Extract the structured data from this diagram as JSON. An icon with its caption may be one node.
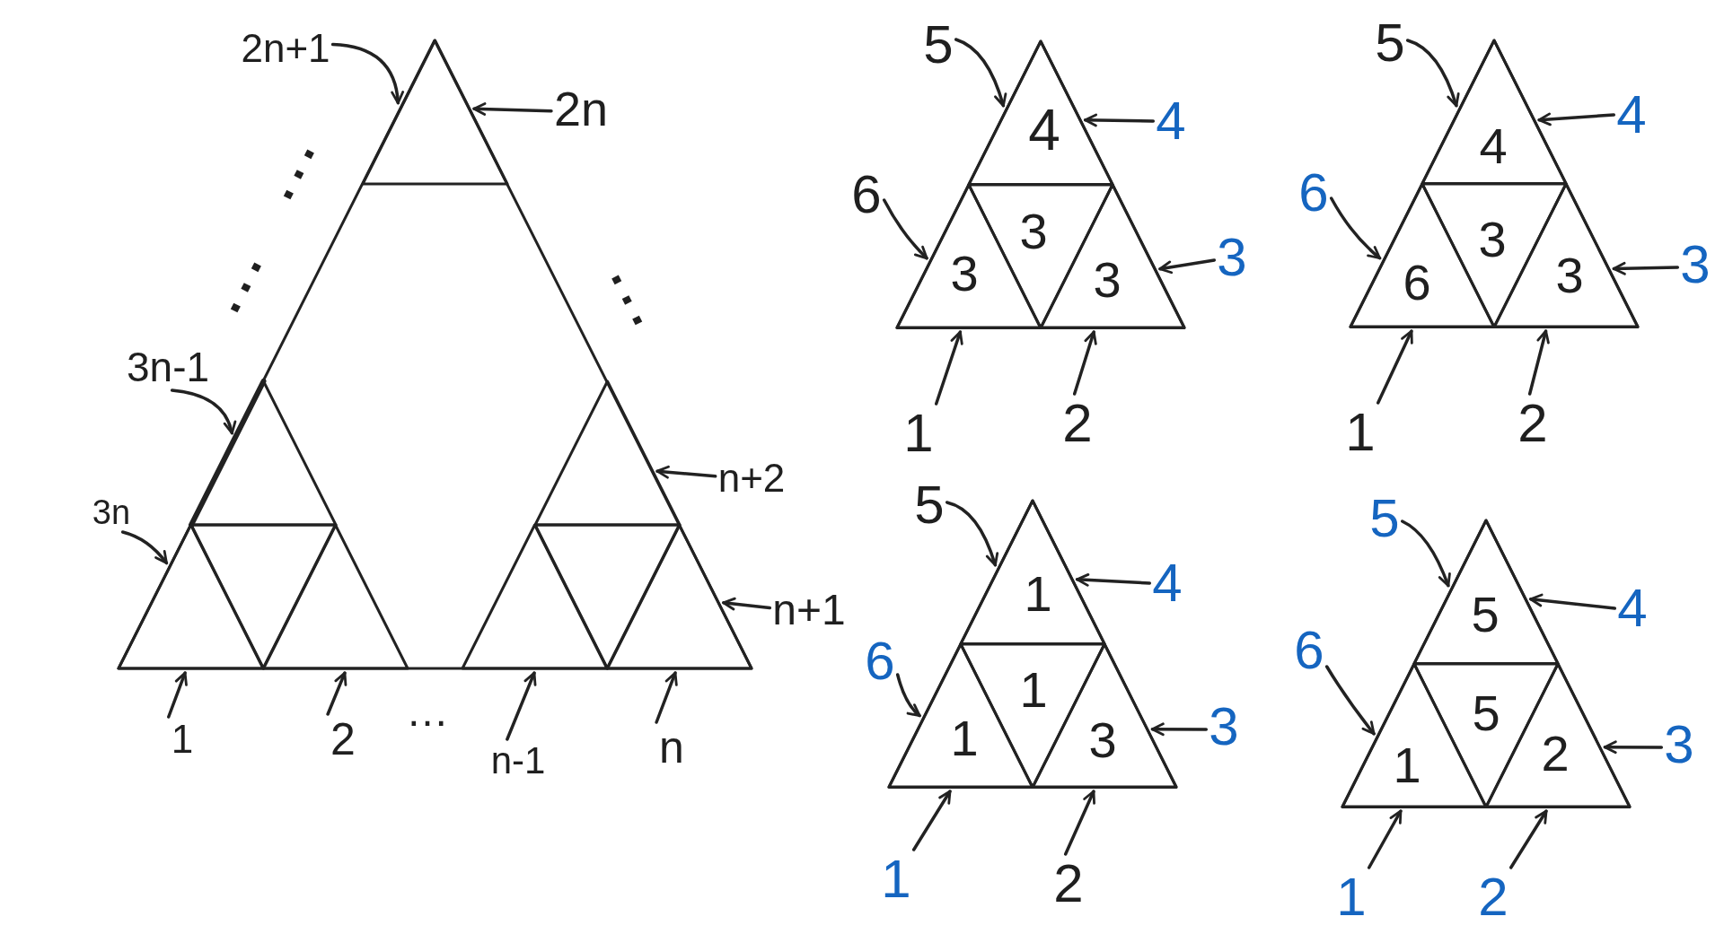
{
  "diagram": {
    "nodes": [
      {
        "text": [],
        "shape": "triangle"
      },
      {
        "text": [],
        "shape": "triangle",
        "in": 0
      },
      {
        "text": [],
        "shape": "triangle",
        "in": 0
      },
      {
        "text": [],
        "shape": "triangle",
        "in": 0
      },
      {
        "text": [],
        "shape": "triangle",
        "in": 0
      },
      {
        "text": [],
        "shape": "triangle",
        "in": 0
      },
      {
        "text": [],
        "shape": "triangle",
        "in": 0
      },
      {
        "text": [],
        "shape": "triangle",
        "in": 0
      },
      {
        "text": [],
        "shape": "triangle",
        "in": 0
      },
      {
        "text": [],
        "shape": "triangle",
        "in": 0
      },
      {
        "text": [
          "2n+1"
        ]
      },
      {
        "text": [
          "2n"
        ]
      },
      {
        "text": [
          "3n-1"
        ]
      },
      {
        "text": [
          "n+2"
        ]
      },
      {
        "text": [
          "3n"
        ]
      },
      {
        "text": [
          "n+1"
        ]
      },
      {
        "text": [
          "1"
        ]
      },
      {
        "text": [
          "2"
        ]
      },
      {
        "text": [
          "n-1"
        ]
      },
      {
        "text": [
          "n"
        ]
      },
      {
        "text": [],
        "shape": "triangle"
      },
      {
        "text": [
          "4"
        ],
        "in": 20
      },
      {
        "text": [
          "3"
        ],
        "in": 20
      },
      {
        "text": [
          "3"
        ],
        "in": 20
      },
      {
        "text": [
          "3"
        ],
        "in": 20
      },
      {
        "text": [
          "5"
        ]
      },
      {
        "text": [
          "4"
        ]
      },
      {
        "text": [
          "6"
        ]
      },
      {
        "text": [
          "3"
        ]
      },
      {
        "text": [
          "1"
        ]
      },
      {
        "text": [
          "2"
        ]
      },
      {
        "text": [],
        "shape": "triangle"
      },
      {
        "text": [
          "4"
        ],
        "in": 31
      },
      {
        "text": [
          "3"
        ],
        "in": 31
      },
      {
        "text": [
          "6"
        ],
        "in": 31
      },
      {
        "text": [
          "3"
        ],
        "in": 31
      },
      {
        "text": [
          "5"
        ]
      },
      {
        "text": [
          "4"
        ]
      },
      {
        "text": [
          "6"
        ]
      },
      {
        "text": [
          "3"
        ]
      },
      {
        "text": [
          "1"
        ]
      },
      {
        "text": [
          "2"
        ]
      },
      {
        "text": [],
        "shape": "triangle"
      },
      {
        "text": [
          "1"
        ],
        "in": 42
      },
      {
        "text": [
          "1"
        ],
        "in": 42
      },
      {
        "text": [
          "1"
        ],
        "in": 42
      },
      {
        "text": [
          "3"
        ],
        "in": 42
      },
      {
        "text": [
          "5"
        ]
      },
      {
        "text": [
          "4"
        ]
      },
      {
        "text": [
          "6"
        ]
      },
      {
        "text": [
          "3"
        ]
      },
      {
        "text": [
          "1"
        ]
      },
      {
        "text": [
          "2"
        ]
      },
      {
        "text": [],
        "shape": "triangle"
      },
      {
        "text": [
          "5"
        ],
        "in": 53
      },
      {
        "text": [
          "5"
        ],
        "in": 53
      },
      {
        "text": [
          "1"
        ],
        "in": 53
      },
      {
        "text": [
          "2"
        ],
        "in": 53
      },
      {
        "text": [
          "5"
        ]
      },
      {
        "text": [
          "4"
        ]
      },
      {
        "text": [
          "6"
        ]
      },
      {
        "text": [
          "3"
        ]
      },
      {
        "text": [
          "1"
        ]
      },
      {
        "text": [
          "2"
        ]
      }
    ],
    "edges": [
      {
        "from": 10,
        "to": 1,
        "arrow": "to"
      },
      {
        "from": 11,
        "to": 1,
        "arrow": "to"
      },
      {
        "from": 12,
        "to": 2,
        "arrow": "to"
      },
      {
        "from": 13,
        "to": 6,
        "arrow": "to"
      },
      {
        "from": 14,
        "to": 4,
        "arrow": "to"
      },
      {
        "from": 15,
        "to": 9,
        "arrow": "to"
      },
      {
        "from": 16,
        "to": 4,
        "arrow": "to"
      },
      {
        "from": 17,
        "to": 5,
        "arrow": "to"
      },
      {
        "from": 18,
        "to": 8,
        "arrow": "to"
      },
      {
        "from": 19,
        "to": 9,
        "arrow": "to"
      },
      {
        "from": 25,
        "to": 21,
        "arrow": "to"
      },
      {
        "from": 26,
        "to": 21,
        "arrow": "to"
      },
      {
        "from": 27,
        "to": 23,
        "arrow": "to"
      },
      {
        "from": 28,
        "to": 24,
        "arrow": "to"
      },
      {
        "from": 29,
        "to": 23,
        "arrow": "to"
      },
      {
        "from": 30,
        "to": 24,
        "arrow": "to"
      },
      {
        "from": 36,
        "to": 32,
        "arrow": "to"
      },
      {
        "from": 37,
        "to": 32,
        "arrow": "to"
      },
      {
        "from": 38,
        "to": 34,
        "arrow": "to"
      },
      {
        "from": 39,
        "to": 35,
        "arrow": "to"
      },
      {
        "from": 40,
        "to": 34,
        "arrow": "to"
      },
      {
        "from": 41,
        "to": 35,
        "arrow": "to"
      },
      {
        "from": 47,
        "to": 43,
        "arrow": "to"
      },
      {
        "from": 48,
        "to": 43,
        "arrow": "to"
      },
      {
        "from": 49,
        "to": 45,
        "arrow": "to"
      },
      {
        "from": 50,
        "to": 46,
        "arrow": "to"
      },
      {
        "from": 51,
        "to": 45,
        "arrow": "to"
      },
      {
        "from": 52,
        "to": 46,
        "arrow": "to"
      },
      {
        "from": 58,
        "to": 54,
        "arrow": "to"
      },
      {
        "from": 59,
        "to": 54,
        "arrow": "to"
      },
      {
        "from": 60,
        "to": 56,
        "arrow": "to"
      },
      {
        "from": 61,
        "to": 57,
        "arrow": "to"
      },
      {
        "from": 62,
        "to": 56,
        "arrow": "to"
      },
      {
        "from": 63,
        "to": 57,
        "arrow": "to"
      }
    ],
    "labels": [
      "…",
      "…",
      "…",
      "…"
    ]
  }
}
